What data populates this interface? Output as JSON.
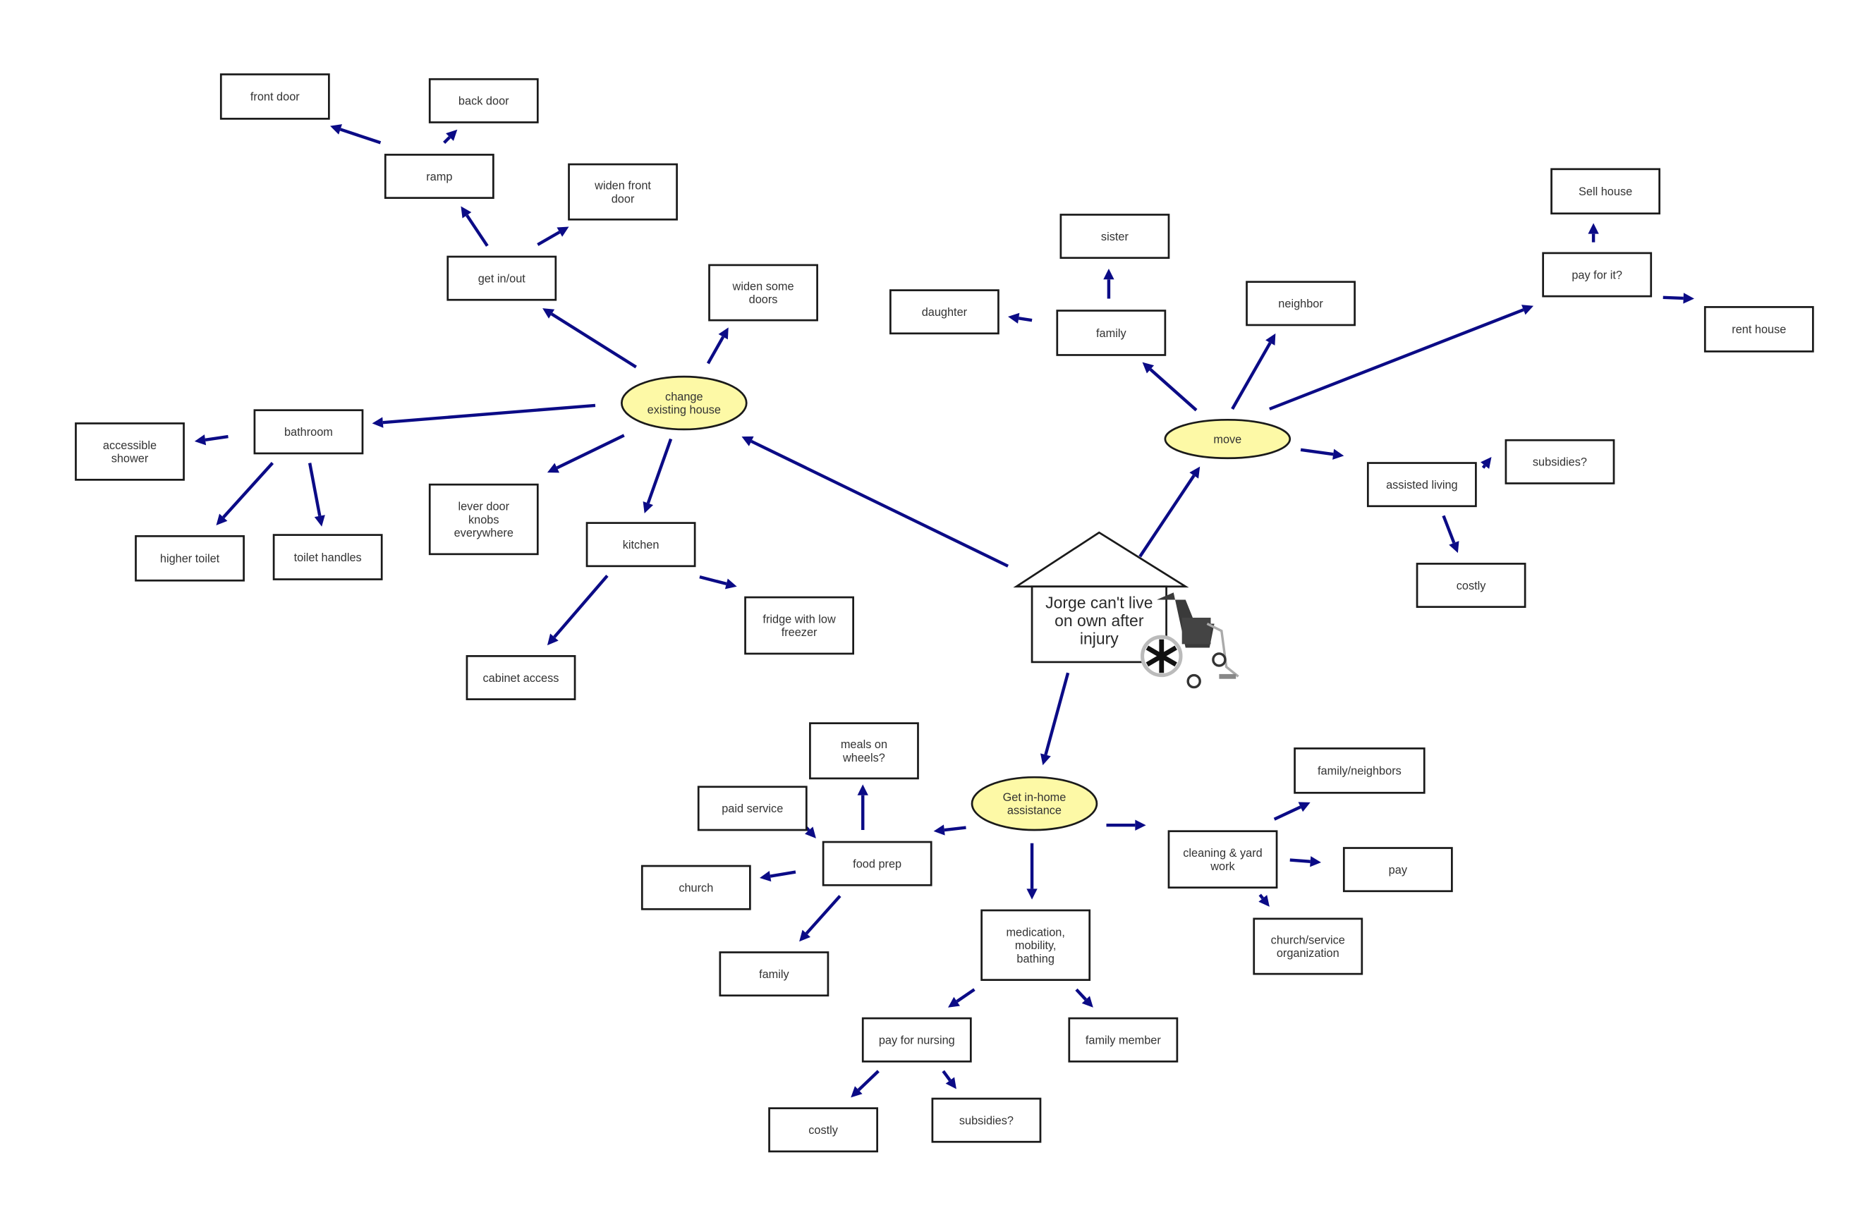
{
  "colors": {
    "arrow": "#0b0b86",
    "ellipse_fill": "#fdf9a6",
    "box_stroke": "#1a1a1a"
  },
  "center": {
    "lines": [
      "Jorge can't live",
      "on own after",
      "injury"
    ],
    "icon": "wheelchair-icon"
  },
  "nodes": {
    "change": {
      "lines": [
        "change",
        "existing house"
      ]
    },
    "move": {
      "lines": [
        "move"
      ]
    },
    "inhome": {
      "lines": [
        "Get in-home",
        "assistance"
      ]
    },
    "front_door": {
      "lines": [
        "front door"
      ]
    },
    "back_door": {
      "lines": [
        "back door"
      ]
    },
    "ramp": {
      "lines": [
        "ramp"
      ]
    },
    "widen_front": {
      "lines": [
        "widen front",
        "door"
      ]
    },
    "get_in_out": {
      "lines": [
        "get in/out"
      ]
    },
    "widen_some": {
      "lines": [
        "widen some",
        "doors"
      ]
    },
    "bathroom": {
      "lines": [
        "bathroom"
      ]
    },
    "acc_shower": {
      "lines": [
        "accessible",
        "shower"
      ]
    },
    "lever": {
      "lines": [
        "lever door",
        "knobs",
        "everywhere"
      ]
    },
    "kitchen": {
      "lines": [
        "kitchen"
      ]
    },
    "higher_toilet": {
      "lines": [
        "higher toilet"
      ]
    },
    "toilet_handles": {
      "lines": [
        "toilet handles"
      ]
    },
    "fridge": {
      "lines": [
        "fridge with low",
        "freezer"
      ]
    },
    "cabinet": {
      "lines": [
        "cabinet access"
      ]
    },
    "sister": {
      "lines": [
        "sister"
      ]
    },
    "daughter": {
      "lines": [
        "daughter"
      ]
    },
    "family_move": {
      "lines": [
        "family"
      ]
    },
    "neighbor": {
      "lines": [
        "neighbor"
      ]
    },
    "sell_house": {
      "lines": [
        "Sell  house"
      ]
    },
    "pay_for_it": {
      "lines": [
        "pay for it?"
      ]
    },
    "rent_house": {
      "lines": [
        "rent house"
      ]
    },
    "subsidies_al": {
      "lines": [
        "subsidies?"
      ]
    },
    "assisted": {
      "lines": [
        "assisted living"
      ]
    },
    "costly_al": {
      "lines": [
        "costly"
      ]
    },
    "meals": {
      "lines": [
        "meals on",
        "wheels?"
      ]
    },
    "paid_service": {
      "lines": [
        "paid service"
      ]
    },
    "food_prep": {
      "lines": [
        "food prep"
      ]
    },
    "church": {
      "lines": [
        "church"
      ]
    },
    "family_food": {
      "lines": [
        "family"
      ]
    },
    "medication": {
      "lines": [
        "medication,",
        "mobility,",
        "bathing"
      ]
    },
    "family_neighbors": {
      "lines": [
        "family/neighbors"
      ]
    },
    "cleaning": {
      "lines": [
        "cleaning & yard",
        "work"
      ]
    },
    "pay": {
      "lines": [
        "pay"
      ]
    },
    "church_service": {
      "lines": [
        "church/service",
        "organization"
      ]
    },
    "pay_nursing": {
      "lines": [
        "pay for nursing"
      ]
    },
    "family_member": {
      "lines": [
        "family member"
      ]
    },
    "costly_n": {
      "lines": [
        "costly"
      ]
    },
    "subsidies_n": {
      "lines": [
        "subsidies?"
      ]
    }
  }
}
